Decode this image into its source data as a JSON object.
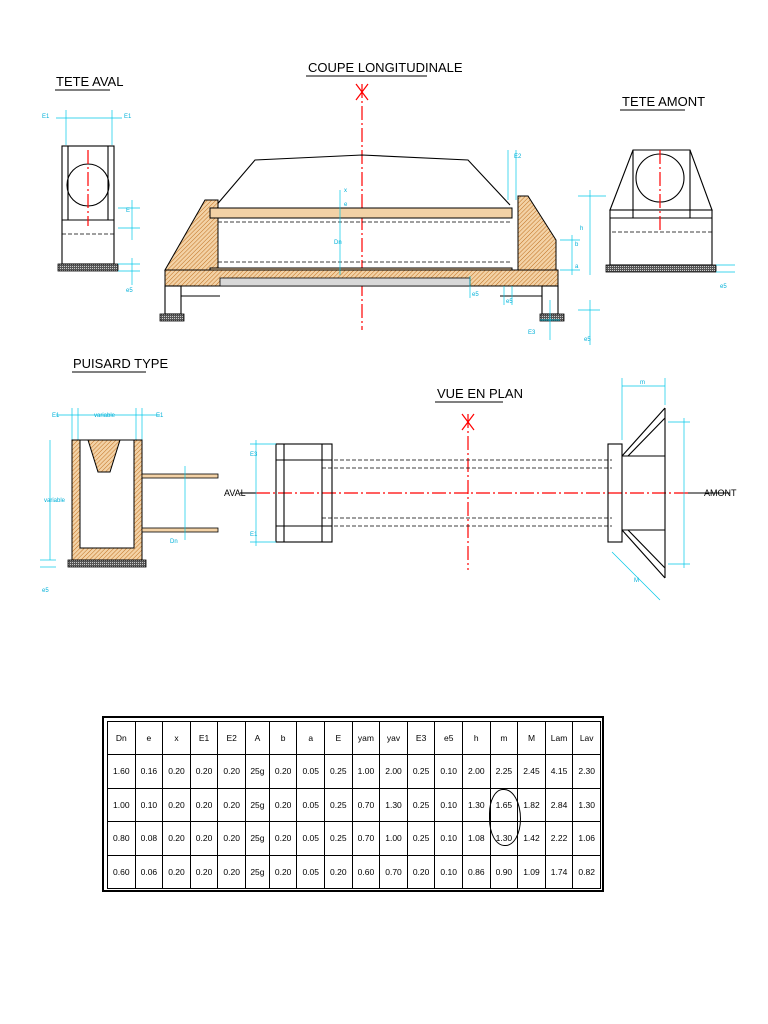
{
  "titles": {
    "tete_aval": "TETE AVAL",
    "coupe_longitudinale": "COUPE LONGITUDINALE",
    "tete_amont": "TETE AMONT",
    "puisard_type": "PUISARD TYPE",
    "vue_en_plan": "VUE EN PLAN"
  },
  "labels": {
    "aval": "AVAL",
    "amont": "AMONT",
    "variable": "variable",
    "dn": "Dn",
    "e1": "E1",
    "e2": "E2",
    "e3": "E3",
    "e5": "e5",
    "e": "e",
    "x": "x",
    "b": "b",
    "h": "h",
    "a": "a",
    "m": "m",
    "big_m": "M",
    "big_e": "E",
    "yam": "yam",
    "yav": "yav"
  },
  "table": {
    "headers": [
      "Dn",
      "e",
      "x",
      "E1",
      "E2",
      "A",
      "b",
      "a",
      "E",
      "yam",
      "yav",
      "E3",
      "e5",
      "h",
      "m",
      "M",
      "Lam",
      "Lav"
    ],
    "rows": [
      [
        "1.60",
        "0.16",
        "0.20",
        "0.20",
        "0.20",
        "25g",
        "0.20",
        "0.05",
        "0.25",
        "1.00",
        "2.00",
        "0.25",
        "0.10",
        "2.00",
        "2.25",
        "2.45",
        "4.15",
        "2.30"
      ],
      [
        "1.00",
        "0.10",
        "0.20",
        "0.20",
        "0.20",
        "25g",
        "0.20",
        "0.05",
        "0.25",
        "0.70",
        "1.30",
        "0.25",
        "0.10",
        "1.30",
        "1.65",
        "1.82",
        "2.84",
        "1.30"
      ],
      [
        "0.80",
        "0.08",
        "0.20",
        "0.20",
        "0.20",
        "25g",
        "0.20",
        "0.05",
        "0.25",
        "0.70",
        "1.00",
        "0.25",
        "0.10",
        "1.08",
        "1.30",
        "1.42",
        "2.22",
        "1.06"
      ],
      [
        "0.60",
        "0.06",
        "0.20",
        "0.20",
        "0.20",
        "25g",
        "0.20",
        "0.05",
        "0.20",
        "0.60",
        "0.70",
        "0.20",
        "0.10",
        "0.86",
        "0.90",
        "1.09",
        "1.74",
        "0.82"
      ]
    ]
  },
  "colors": {
    "axis": "#ff0000",
    "dimension": "#00c8e8",
    "hatch": "#e8b070",
    "line": "#000000"
  }
}
